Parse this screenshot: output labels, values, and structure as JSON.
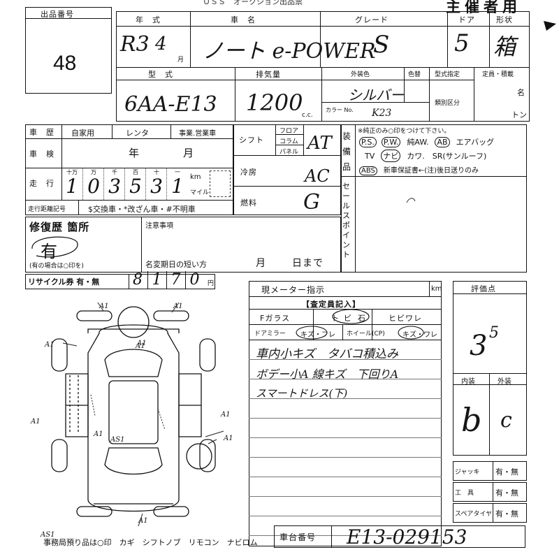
{
  "header": {
    "top_strip": "ＵＳＳ　オークション出品票",
    "organizer_label": "主催者用"
  },
  "lot": {
    "label": "出品番号",
    "number": "48"
  },
  "vehicle_info": {
    "year_label": "年　式",
    "year_value": "R3",
    "year_month_mark": "4",
    "month_unit": "月",
    "name_label": "車　名",
    "name_value": "ノート e-POWER",
    "grade_label": "グレード",
    "grade_value": "S",
    "doors_label": "ドア",
    "doors_value": "5",
    "body_label": "形状",
    "body_value": "箱",
    "model_label": "型　式",
    "model_value": "6AA-E13",
    "displacement_label": "排気量",
    "displacement_value": "1200",
    "cc_unit": "c.c.",
    "exterior_color_label": "外装色",
    "exterior_color_value": "シルバー",
    "color_fix_label": "色替",
    "color_code_label": "カラー No.",
    "color_code_value": "K23",
    "model_designation_label": "型式指定",
    "category_label": "類別区分",
    "capacity_label": "定員・積載",
    "capacity_unit_people": "名",
    "capacity_unit_ton": "トン"
  },
  "history": {
    "label": "車　歴",
    "options": [
      "自家用",
      "レンタ",
      "事業.営業車"
    ],
    "inspection_label": "車　検",
    "inspection_year_unit": "年",
    "inspection_month_unit": "月",
    "mileage_label": "走　行",
    "mileage_place_labels": [
      "十万",
      "万",
      "千",
      "百",
      "十",
      "一"
    ],
    "mileage_digits": [
      "1",
      "0",
      "3",
      "5",
      "3",
      "1"
    ],
    "mileage_unit_km": "km",
    "mileage_unit_mile": "マイル",
    "mileage_record_label": "走行距離記号",
    "mileage_record_options": "$交換車・*改ざん車・#不明車"
  },
  "equipment": {
    "shift_label": "シフト",
    "shift_options": [
      "フロア",
      "コラム",
      "パネル"
    ],
    "shift_value": "AT",
    "ac_label": "冷房",
    "ac_value": "AC",
    "fuel_label": "燃料",
    "fuel_value": "G",
    "equipment_label": "装備品",
    "equipment_note": "※純正のみ○印をつけて下さい。",
    "equipment_row1": [
      "P.S.",
      "P.W.",
      "純AW.",
      "AB",
      "エアバッグ"
    ],
    "equipment_row2": [
      "TV",
      "ナビ",
      "カワ.",
      "SR(サンルーフ)"
    ],
    "equipment_row3": [
      "ABS",
      "新車保証書←(注)後日送りのみ"
    ],
    "sales_point_label": "セールスポイント"
  },
  "repair": {
    "label": "修復歴 箇所",
    "value": "有",
    "note": "(有の場合は○印を)",
    "caution_label": "注意事項",
    "transfer_label": "名変期日の短い方",
    "transfer_month": "月",
    "transfer_day": "日まで"
  },
  "recycle": {
    "label": "リサイクル券 有・無",
    "value": "8170",
    "unit": "円"
  },
  "inspector": {
    "meter_label": "現メーター指示",
    "meter_unit": "km",
    "inspector_header": "【査定員記入】",
    "glass_label": "Fガラス",
    "glass_options": [
      "ト",
      "ビ",
      "石",
      "ヒビワレ"
    ],
    "mirror_label": "ドアミラー",
    "mirror_options": "キズ・フレ",
    "wheel_label": "ホイール(CP)",
    "wheel_options": "キズ・ワレ",
    "notes": [
      "車内小キズ　タバコ積込み",
      "ボデー小A 線キズ　下回りA",
      "スマートドレス(下)"
    ]
  },
  "grades": {
    "label": "評価点",
    "score_main": "3",
    "score_sup": "5",
    "interior_label": "内装",
    "exterior_label": "外装",
    "interior_value": "b",
    "exterior_value": "c"
  },
  "accessories": [
    {
      "label": "ジャッキ",
      "options": "有・無"
    },
    {
      "label": "工　具",
      "options": "有・無"
    },
    {
      "label": "スペアタイヤ",
      "options": "有・無"
    }
  ],
  "footer": {
    "office_note": "事務局預り品は○印　カギ　シフトノブ　リモコン　ナビロム",
    "chassis_label": "車台番号",
    "chassis_value": "E13-029153"
  },
  "diagram_marks": [
    "A1",
    "A1",
    "A1",
    "A1",
    "A1",
    "A1",
    "A1",
    "A1",
    "A1",
    "AS1",
    "AS1",
    "A1"
  ]
}
